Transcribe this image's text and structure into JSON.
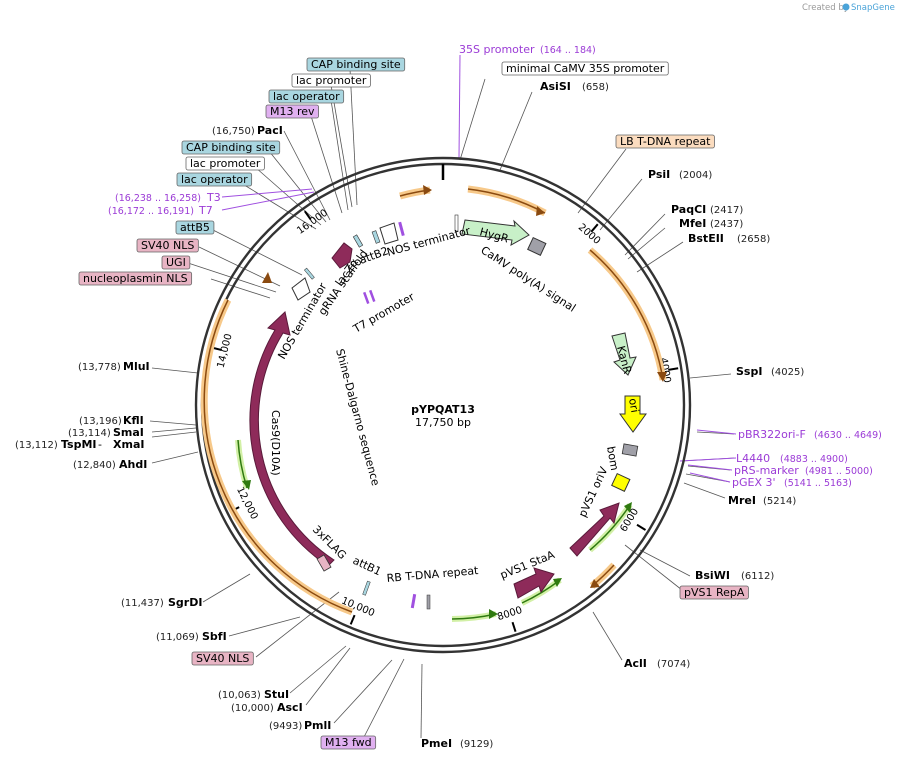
{
  "watermark": {
    "prefix": "Created by",
    "brand": "SnapGene",
    "icon": "snapgene-logo-icon"
  },
  "plasmid": {
    "name": "pYPQAT13",
    "length": "17,750 bp"
  },
  "ruler_ticks": [
    "2000",
    "4000",
    "6000",
    "8000",
    "10,000",
    "12,000",
    "14,000",
    "16,000"
  ],
  "sites": [
    {
      "name": "AsiSI",
      "pos": "(658)"
    },
    {
      "name": "PsiI",
      "pos": "(2004)"
    },
    {
      "name": "PaqCI",
      "pos": "(2417)"
    },
    {
      "name": "MfeI",
      "pos": "(2437)"
    },
    {
      "name": "BstEII",
      "pos": "(2658)"
    },
    {
      "name": "SspI",
      "pos": "(4025)"
    },
    {
      "name": "MreI",
      "pos": "(5214)"
    },
    {
      "name": "BsiWI",
      "pos": "(6112)"
    },
    {
      "name": "AclI",
      "pos": "(7074)"
    },
    {
      "name": "PmeI",
      "pos": "(9129)"
    },
    {
      "name": "PmlI",
      "pos": "(9493)"
    },
    {
      "name": "AscI",
      "pos": "(10,000)"
    },
    {
      "name": "StuI",
      "pos": "(10,063)"
    },
    {
      "name": "SbfI",
      "pos": "(11,069)"
    },
    {
      "name": "SgrDI",
      "pos": "(11,437)"
    },
    {
      "name": "AhdI",
      "pos": "(12,840)"
    },
    {
      "name": "TspMI",
      "pos": "(13,112)"
    },
    {
      "name": "XmaI",
      "pos": ""
    },
    {
      "name": "SmaI",
      "pos": "(13,114)"
    },
    {
      "name": "KflI",
      "pos": "(13,196)"
    },
    {
      "name": "MluI",
      "pos": "(13,778)"
    },
    {
      "name": "PacI",
      "pos": "(16,750)"
    }
  ],
  "primers": [
    {
      "name": "35S promoter",
      "pos": "(164 .. 184)"
    },
    {
      "name": "pBR322ori-F",
      "pos": "(4630 .. 4649)"
    },
    {
      "name": "L4440",
      "pos": "(4883 .. 4900)"
    },
    {
      "name": "pRS-marker",
      "pos": "(4981 .. 5000)"
    },
    {
      "name": "pGEX 3'",
      "pos": "(5141 .. 5163)"
    },
    {
      "name": "T3",
      "pos": "(16,238 .. 16,258)"
    },
    {
      "name": "T7",
      "pos": "(16,172 .. 16,191)"
    }
  ],
  "boxed_features": [
    {
      "name": "CAP binding site",
      "color": "#a9d6e0"
    },
    {
      "name": "lac promoter",
      "color": "#ffffff"
    },
    {
      "name": "lac operator",
      "color": "#a9d6e0"
    },
    {
      "name": "M13 rev",
      "color": "#e0b0f0"
    },
    {
      "name": "CAP binding site",
      "color": "#a9d6e0"
    },
    {
      "name": "lac promoter",
      "color": "#ffffff"
    },
    {
      "name": "lac operator",
      "color": "#a9d6e0"
    },
    {
      "name": "attB5",
      "color": "#a9d6e0"
    },
    {
      "name": "SV40 NLS",
      "color": "#e8b4c4"
    },
    {
      "name": "UGI",
      "color": "#e8b4c4"
    },
    {
      "name": "nucleoplasmin NLS",
      "color": "#e8b4c4"
    },
    {
      "name": "minimal CaMV 35S promoter",
      "color": "#ffffff"
    },
    {
      "name": "LB T-DNA repeat",
      "color": "#fbdcbf"
    },
    {
      "name": "pVS1 RepA",
      "color": "#e8b4c4"
    },
    {
      "name": "SV40 NLS",
      "color": "#e8b4c4"
    },
    {
      "name": "M13 fwd",
      "color": "#e0b0f0"
    }
  ],
  "inner_labels": [
    "HygR",
    "CaMV poly(A) signal",
    "NOS terminator",
    "attB2",
    "lacZα",
    "gRNA scaffold",
    "T7 promoter",
    "NOS terminator",
    "Shine-Dalgarno sequence",
    "Cas9(D10A)",
    "3xFLAG",
    "attB1",
    "RB T-DNA repeat",
    "pVS1 StaA",
    "pVS1 oriV",
    "bom",
    "ori",
    "KanR"
  ],
  "colors": {
    "backbone": "#333333",
    "cds": "#8e2b5a",
    "orf": "#f0b85a",
    "orf_arrow": "#8a4a10",
    "marker": "#c8f0c8",
    "ori": "#ffff00",
    "primer": "#a050e0",
    "gray_feature": "#a0a0a8"
  }
}
